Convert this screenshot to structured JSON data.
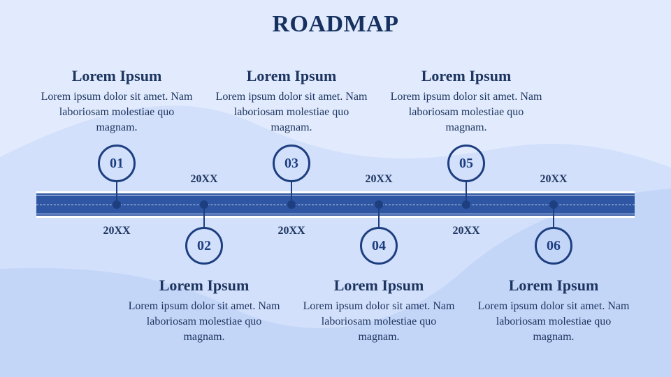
{
  "title": "ROADMAP",
  "milestones": [
    {
      "number": "01",
      "year": "20XX",
      "heading": "Lorem Ipsum",
      "text": "Lorem ipsum dolor sit amet. Nam laboriosam molestiae quo magnam."
    },
    {
      "number": "02",
      "year": "20XX",
      "heading": "Lorem Ipsum",
      "text": "Lorem ipsum dolor sit amet. Nam laboriosam molestiae quo magnam."
    },
    {
      "number": "03",
      "year": "20XX",
      "heading": "Lorem Ipsum",
      "text": "Lorem ipsum dolor sit amet. Nam laboriosam molestiae quo magnam."
    },
    {
      "number": "04",
      "year": "20XX",
      "heading": "Lorem Ipsum",
      "text": "Lorem ipsum dolor sit amet. Nam laboriosam molestiae quo magnam."
    },
    {
      "number": "05",
      "year": "20XX",
      "heading": "Lorem Ipsum",
      "text": "Lorem ipsum dolor sit amet. Nam laboriosam molestiae quo magnam."
    },
    {
      "number": "06",
      "year": "20XX",
      "heading": "Lorem Ipsum",
      "text": "Lorem ipsum dolor sit amet. Nam laboriosam molestiae quo magnam."
    }
  ],
  "colors": {
    "background": "#dde8fd",
    "road": "#2f56a3",
    "accent": "#1d3f80",
    "text": "#1d3560"
  }
}
